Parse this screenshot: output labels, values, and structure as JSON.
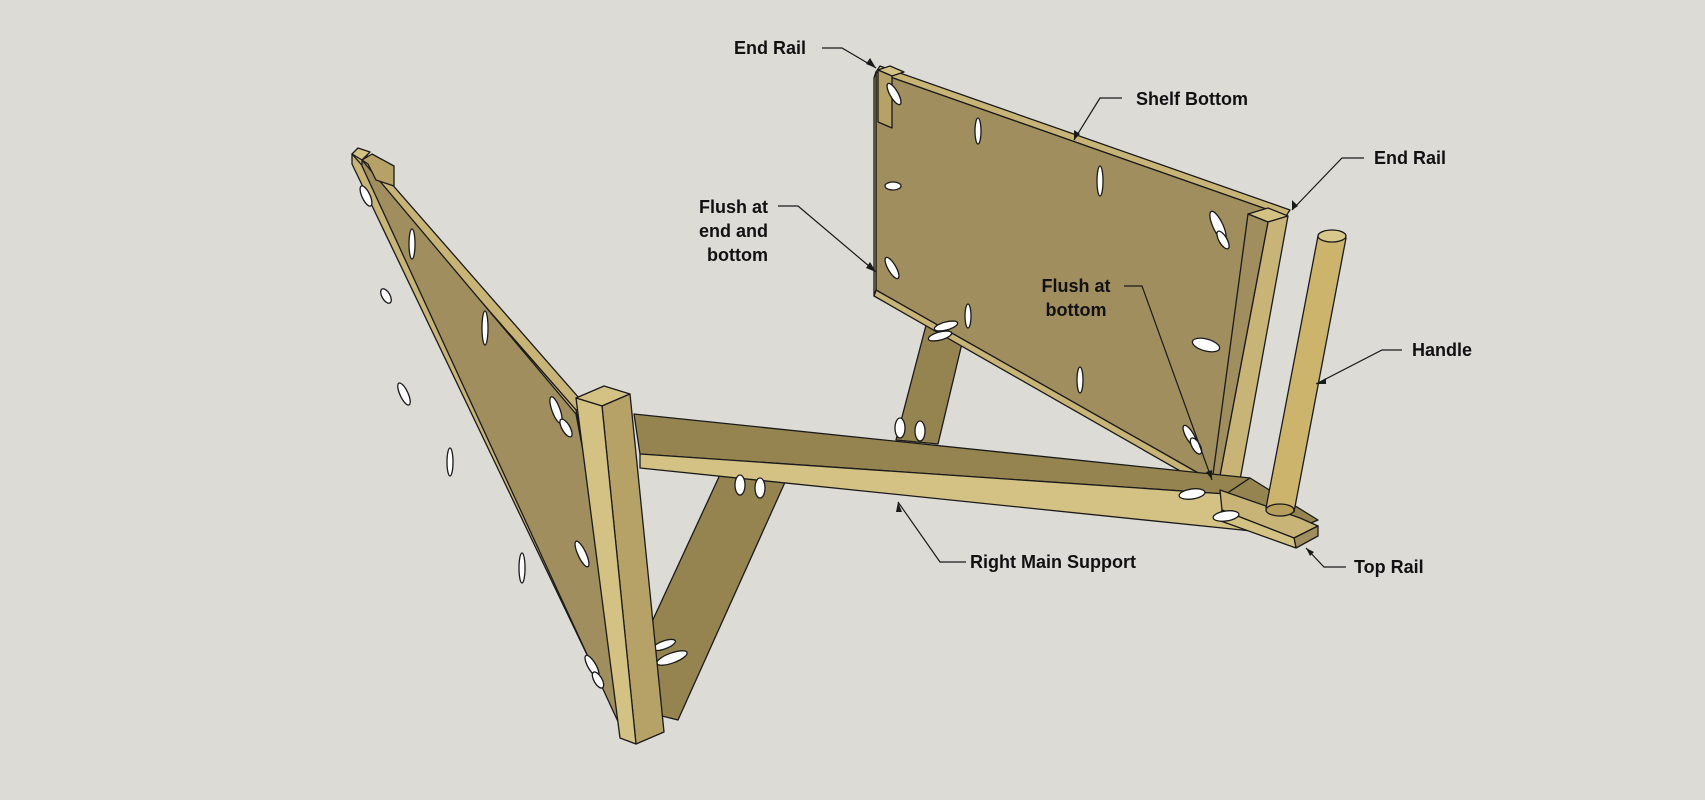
{
  "diagram": {
    "labels": {
      "end_rail_top": "End Rail",
      "shelf_bottom": "Shelf Bottom",
      "end_rail_right": "End Rail",
      "flush_end_bottom": [
        "Flush at",
        "end and",
        "bottom"
      ],
      "flush_bottom": [
        "Flush at",
        "bottom"
      ],
      "handle": "Handle",
      "right_main_support": "Right Main Support",
      "top_rail": "Top Rail"
    },
    "colors": {
      "background": "#dcdbd6",
      "panel_face": "#a08e5f",
      "panel_edge": "#c9b477",
      "rail_side": "#95844f",
      "rail_top": "#d4c284",
      "handle": "#cdb46d",
      "outline": "#1a1a1a"
    }
  }
}
